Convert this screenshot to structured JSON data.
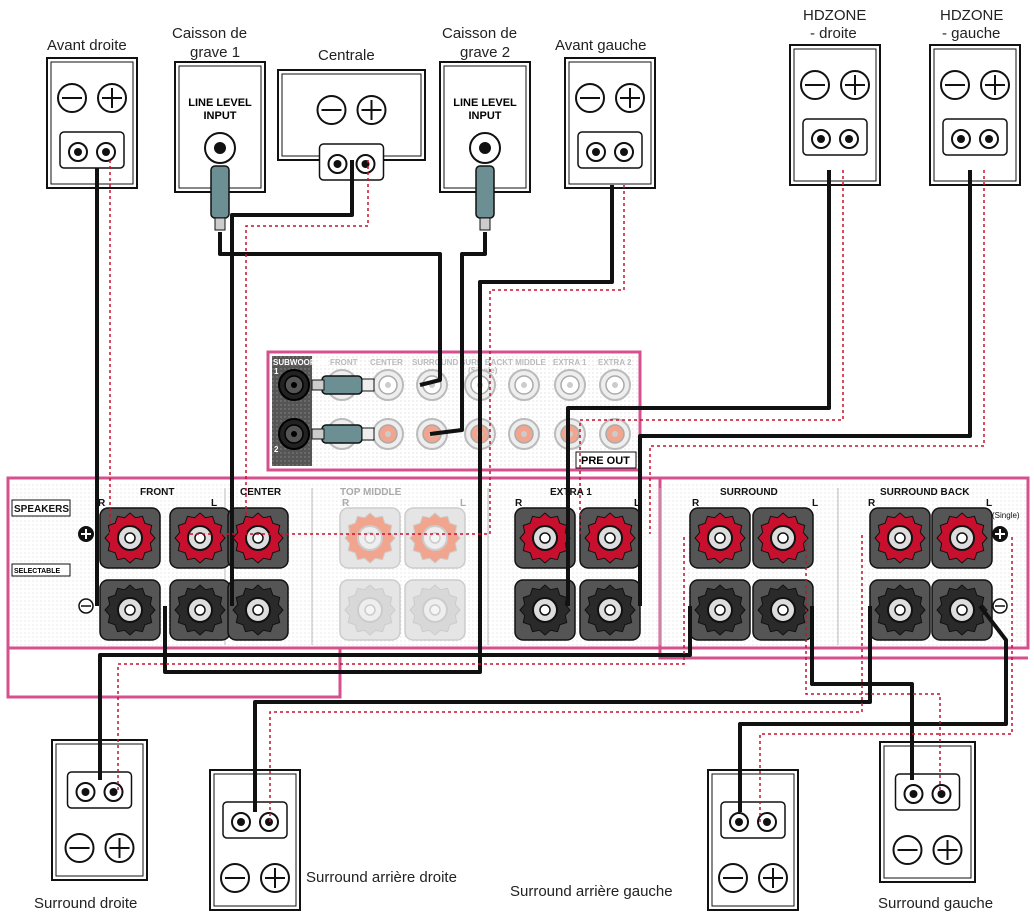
{
  "labels": {
    "avant_droite": "Avant droite",
    "caisson1_a": "Caisson de",
    "caisson1_b": "grave 1",
    "centrale": "Centrale",
    "caisson2_a": "Caisson de",
    "caisson2_b": "grave 2",
    "avant_gauche": "Avant gauche",
    "hdzone_r_a": "HDZONE",
    "hdzone_r_b": "- droite",
    "hdzone_l_a": "HDZONE",
    "hdzone_l_b": "- gauche",
    "surround_droite": "Surround droite",
    "surround_arr_droite": "Surround arrière droite",
    "surround_arr_gauche": "Surround arrière gauche",
    "surround_gauche": "Surround gauche"
  },
  "line_level": [
    "LINE LEVEL",
    "INPUT"
  ],
  "preout": {
    "subwoofer": "SUBWOOFER",
    "sub1": "1",
    "sub2": "2",
    "front": "FRONT",
    "center": "CENTER",
    "surround": "SURROUND",
    "surr_back": "SURR BACK",
    "single": "(Single)",
    "t_middle": "T MIDDLE",
    "extra1": "EXTRA 1",
    "extra2": "EXTRA 2",
    "pre_out": "PRE OUT"
  },
  "speakers_panel": {
    "speakers": "SPEAKERS",
    "selectable": "SELECTABLE",
    "front": "FRONT",
    "center": "CENTER",
    "top_middle": "TOP MIDDLE",
    "extra1": "EXTRA 1",
    "surround": "SURROUND",
    "surround_back": "SURROUND BACK",
    "r": "R",
    "l": "L",
    "single": "(Single)"
  },
  "colors": {
    "magenta": "#d4508e",
    "red_terminal": "#c8102e",
    "dark": "#1a1a1a",
    "faded": "#f2a58e",
    "cable": "#111111",
    "rca_blue": "#6b8f93"
  }
}
